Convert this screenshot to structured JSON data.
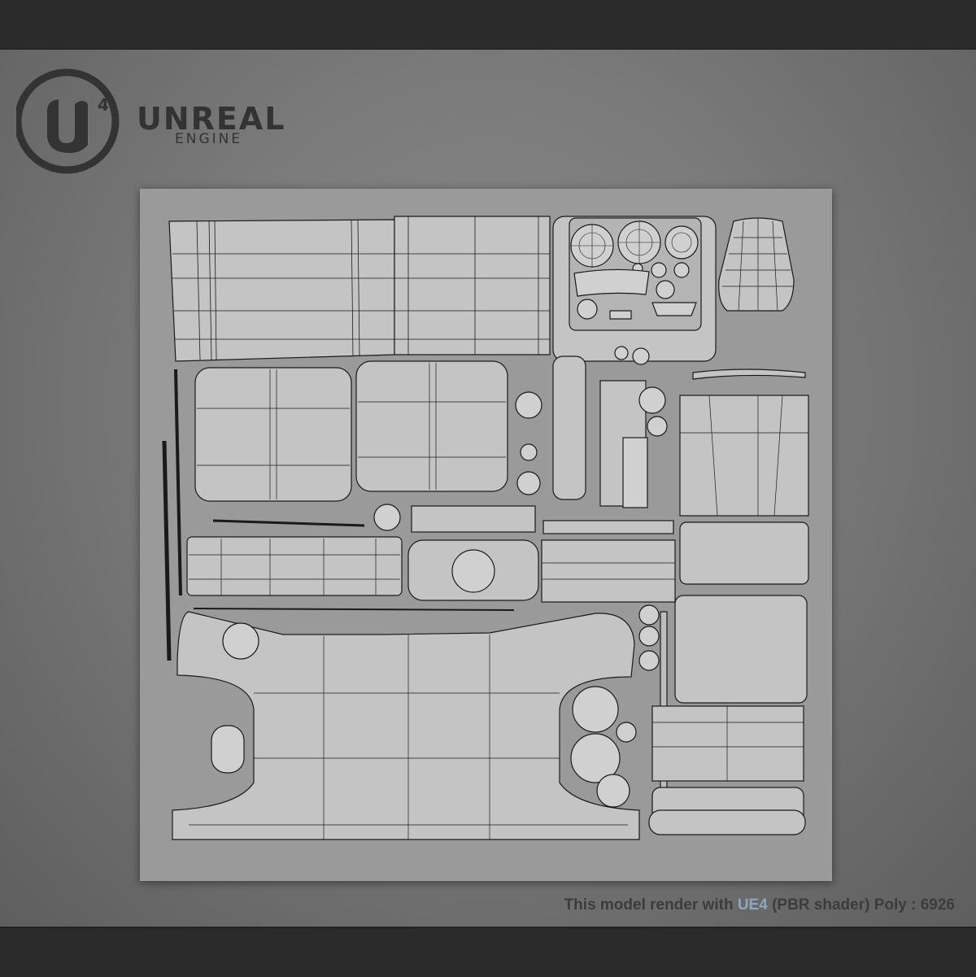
{
  "brand": {
    "logo_mark": "U4",
    "name": "UNREAL",
    "sub": "ENGINE",
    "color": "#333333"
  },
  "caption": {
    "prefix": "This model render with ",
    "highlight": "UE4",
    "middle": " (PBR shader) Poly : ",
    "poly_count": "6926",
    "text_color": "#3c3c3c",
    "highlight_color": "#8ea7bf"
  },
  "uv_sheet": {
    "background": "#9a9a9a",
    "island_fill": "#c4c4c4",
    "wire_color": "#1a1a1a"
  }
}
